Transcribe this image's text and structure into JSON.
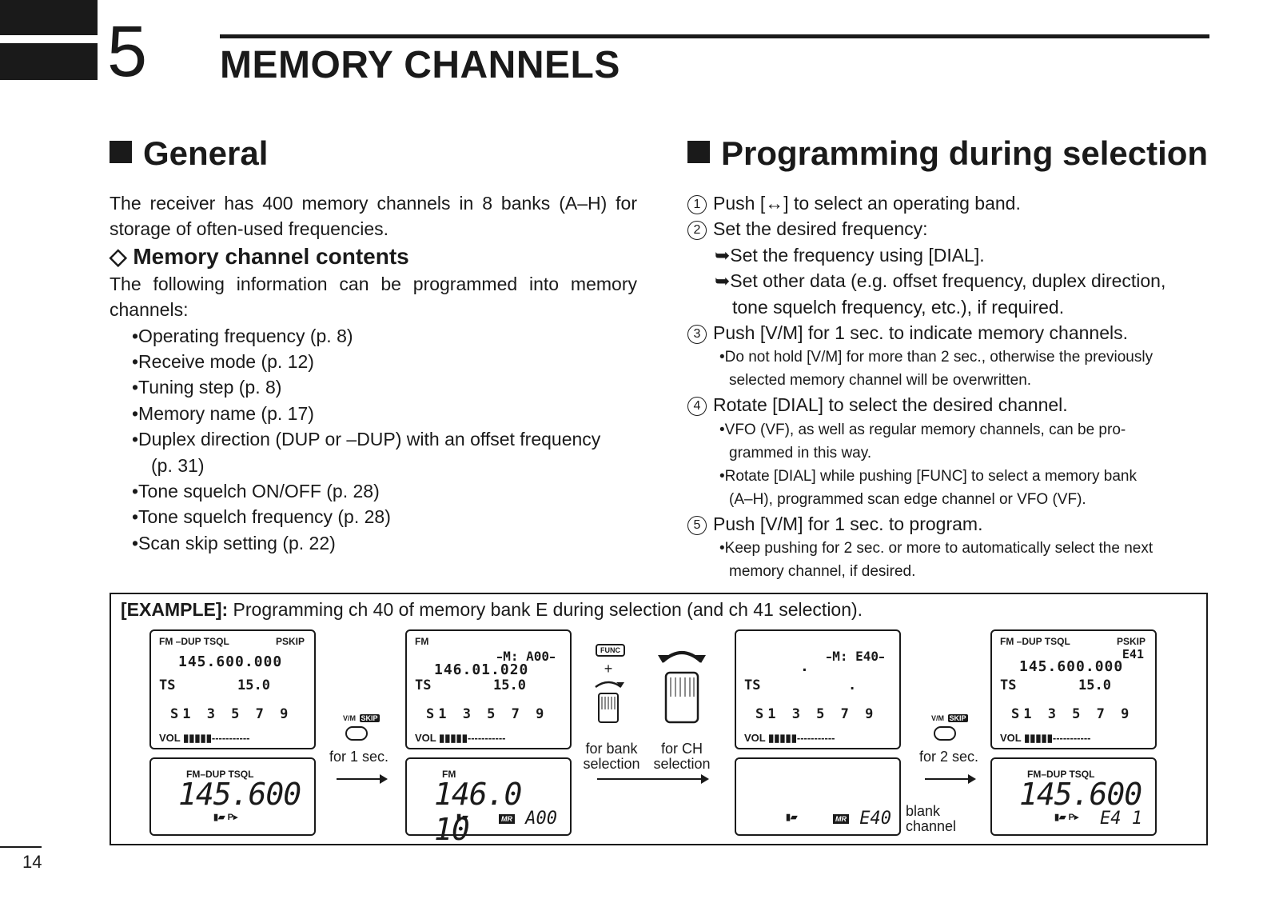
{
  "chapter": {
    "number": "5",
    "title": "MEMORY CHANNELS"
  },
  "general": {
    "heading": "General",
    "intro": "The receiver has 400 memory channels in 8 banks (A–H) for storage of often-used frequencies.",
    "sub_heading": "◇ Memory channel contents",
    "sub_intro": "The following information can be programmed into memory channels:",
    "items": [
      "•Operating frequency (p. 8)",
      "•Receive mode (p. 12)",
      "•Tuning step (p. 8)",
      "•Memory name (p. 17)",
      "•Duplex direction (DUP or –DUP) with an offset frequency",
      "(p. 31)",
      "•Tone squelch ON/OFF (p. 28)",
      "•Tone squelch frequency (p. 28)",
      "•Scan skip setting (p. 22)"
    ]
  },
  "programming": {
    "heading": "Programming during selection",
    "steps": [
      {
        "num": "1",
        "text": "Push [↔] to select an operating band."
      },
      {
        "num": "2",
        "text": "Set the desired frequency:"
      },
      {
        "num": "",
        "text": "➥Set the frequency using [DIAL]."
      },
      {
        "num": "",
        "text": "➥Set other data (e.g. offset frequency, duplex direction,"
      },
      {
        "num": "",
        "text": "tone squelch frequency, etc.), if required."
      },
      {
        "num": "3",
        "text": "Push [V/M] for 1 sec. to indicate memory channels."
      },
      {
        "num": "",
        "text": "•Do not hold [V/M] for more than 2 sec., otherwise the previously"
      },
      {
        "num": "",
        "text": "selected memory channel will be overwritten."
      },
      {
        "num": "4",
        "text": "Rotate [DIAL] to select the desired channel."
      },
      {
        "num": "",
        "text": "•VFO (VF), as well as regular memory channels, can be pro-"
      },
      {
        "num": "",
        "text": "grammed in this way."
      },
      {
        "num": "",
        "text": "•Rotate [DIAL] while pushing [FUNC] to select a memory bank"
      },
      {
        "num": "",
        "text": "(A–H), programmed scan edge channel or VFO (VF)."
      },
      {
        "num": "5",
        "text": "Push [V/M] for 1 sec. to program."
      },
      {
        "num": "",
        "text": "•Keep pushing for 2 sec. or more to automatically select the next"
      },
      {
        "num": "",
        "text": "memory channel, if desired."
      }
    ]
  },
  "example": {
    "title_bold": "[EXAMPLE]:",
    "title_rest": " Programming ch 40 of memory bank E during selection (and ch 41 selection).",
    "vm_key": "V/M",
    "skip_key": "SKIP",
    "func_key": "FUNC",
    "plus": "+",
    "cap_1sec": "for 1 sec.",
    "cap_bank": "for bank selection",
    "cap_ch": "for CH selection",
    "cap_2sec": "for 2 sec.",
    "blank_channel": "blank channel",
    "screens": [
      {
        "top_left": "FM  –DUP TSQL",
        "top_right": "PSKIP",
        "freq": "145.600.000",
        "ts": "TS",
        "tsv": "15.0",
        "smeter": "S1 3 5 7 9",
        "vol": "VOL ▮▮▮▮▮-----------",
        "bot_status": "FM–DUP TSQL",
        "bot_freq": "145.600",
        "bot_pp": "▮▰ P▸",
        "bot_ch": ""
      },
      {
        "top_left": "FM",
        "top_right": "",
        "mch": "M: A00",
        "freq": "146.01.020",
        "ts": "TS",
        "tsv": "15.0",
        "smeter": "S1 3 5 7 9",
        "vol": "VOL ▮▮▮▮▮-----------",
        "bot_status": "FM",
        "bot_freq": "146.0 10",
        "bot_pp": "▮▰",
        "bot_ch": "A00"
      },
      {
        "top_left": "",
        "top_right": "",
        "mch": "M: E40",
        "freq": ".",
        "ts": "TS",
        "tsv": ".",
        "smeter": "S1 3 5 7 9",
        "vol": "VOL ▮▮▮▮▮-----------",
        "bot_status": "",
        "bot_freq": "",
        "bot_pp": "▮▰",
        "bot_ch": "E40"
      },
      {
        "top_left": "FM  –DUP TSQL",
        "top_right": "PSKIP",
        "mch": "E41",
        "freq": "145.600.000",
        "ts": "TS",
        "tsv": "15.0",
        "smeter": "S1 3 5 7 9",
        "vol": "VOL ▮▮▮▮▮-----------",
        "bot_status": "FM–DUP TSQL",
        "bot_freq": "145.600",
        "bot_pp": "▮▰ P▸",
        "bot_ch": "E4 1"
      }
    ]
  },
  "page_number": "14"
}
